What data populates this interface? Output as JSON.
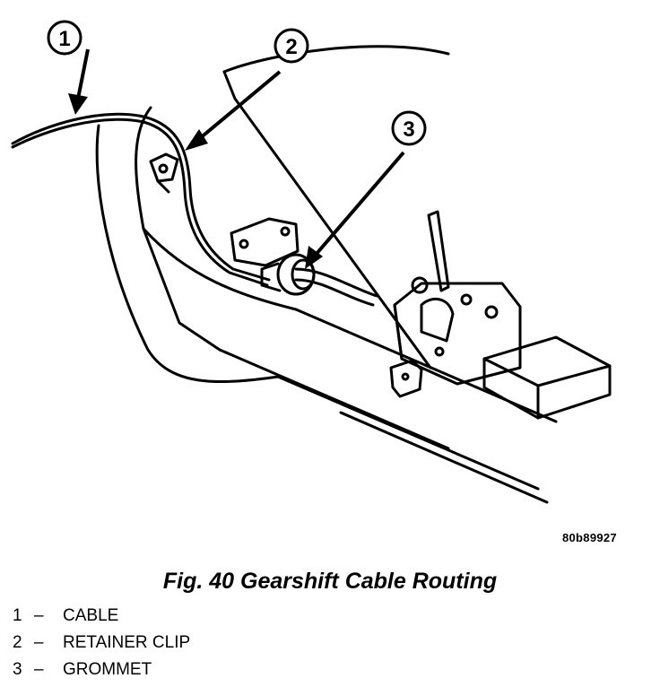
{
  "callouts": [
    {
      "number": "1"
    },
    {
      "number": "2"
    },
    {
      "number": "3"
    }
  ],
  "figure_code": "80b89927",
  "figure_title": "Fig. 40 Gearshift Cable Routing",
  "legend": [
    {
      "number": "1",
      "dash": "–",
      "label": "CABLE"
    },
    {
      "number": "2",
      "dash": "–",
      "label": "RETAINER CLIP"
    },
    {
      "number": "3",
      "dash": "–",
      "label": "GROMMET"
    }
  ]
}
